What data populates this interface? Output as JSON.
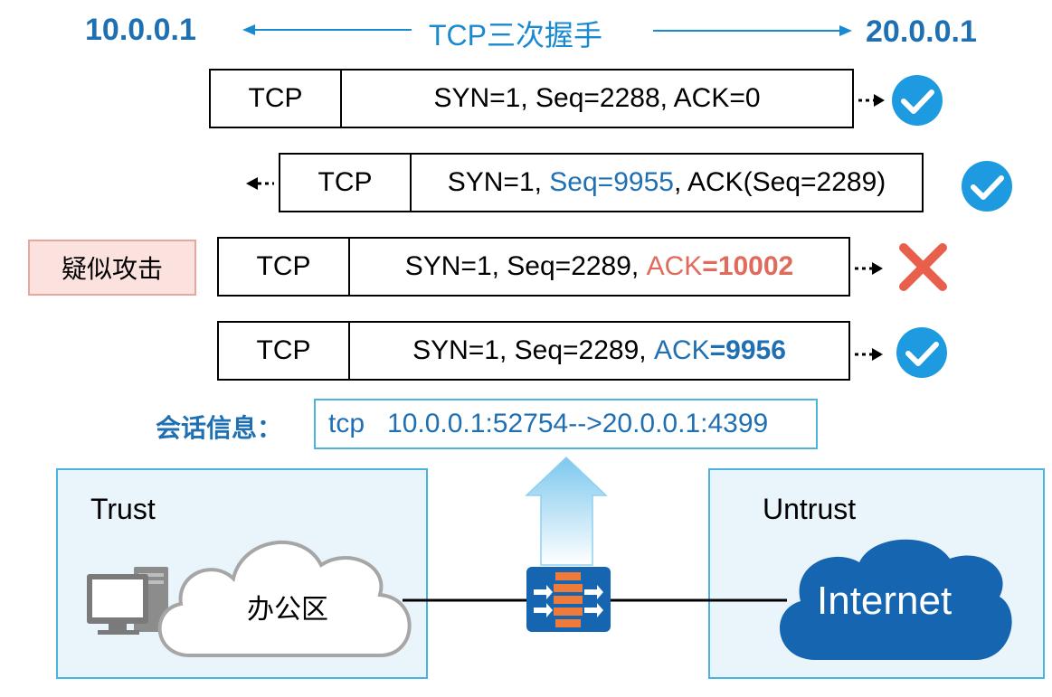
{
  "header": {
    "left_ip": "10.0.0.1",
    "right_ip": "20.0.0.1",
    "title": "TCP三次握手"
  },
  "packets": [
    {
      "proto": "TCP",
      "syn": "SYN=1, Seq=2288, ACK=0",
      "result": "check"
    },
    {
      "proto": "TCP",
      "syn": "SYN=1, ",
      "seq": "Seq=9955",
      "ack": ", ACK(Seq=2289)",
      "result": "check"
    },
    {
      "proto": "TCP",
      "syn": "SYN=1, Seq=2289, ",
      "ack_label": "ACK",
      "ack_value": "=10002",
      "result": "cross"
    },
    {
      "proto": "TCP",
      "syn": "SYN=1, Seq=2289, ",
      "ack_label": "ACK",
      "ack_value": "=9956",
      "result": "check"
    }
  ],
  "suspect_label": "疑似攻击",
  "session": {
    "label": "会话信息：",
    "value": "tcp   10.0.0.1:52754-->20.0.0.1:4399"
  },
  "zones": {
    "trust": {
      "label": "Trust",
      "area": "办公区"
    },
    "untrust": {
      "label": "Untrust",
      "network": "Internet"
    }
  },
  "colors": {
    "accent_blue": "#1f6fb3",
    "title_blue": "#1a8ad0",
    "check_blue": "#1e9be0",
    "cross_red": "#e8604c",
    "zone_border": "#4ab3e0",
    "firewall_blue": "#1565b0",
    "firewall_orange": "#f07a3a"
  }
}
